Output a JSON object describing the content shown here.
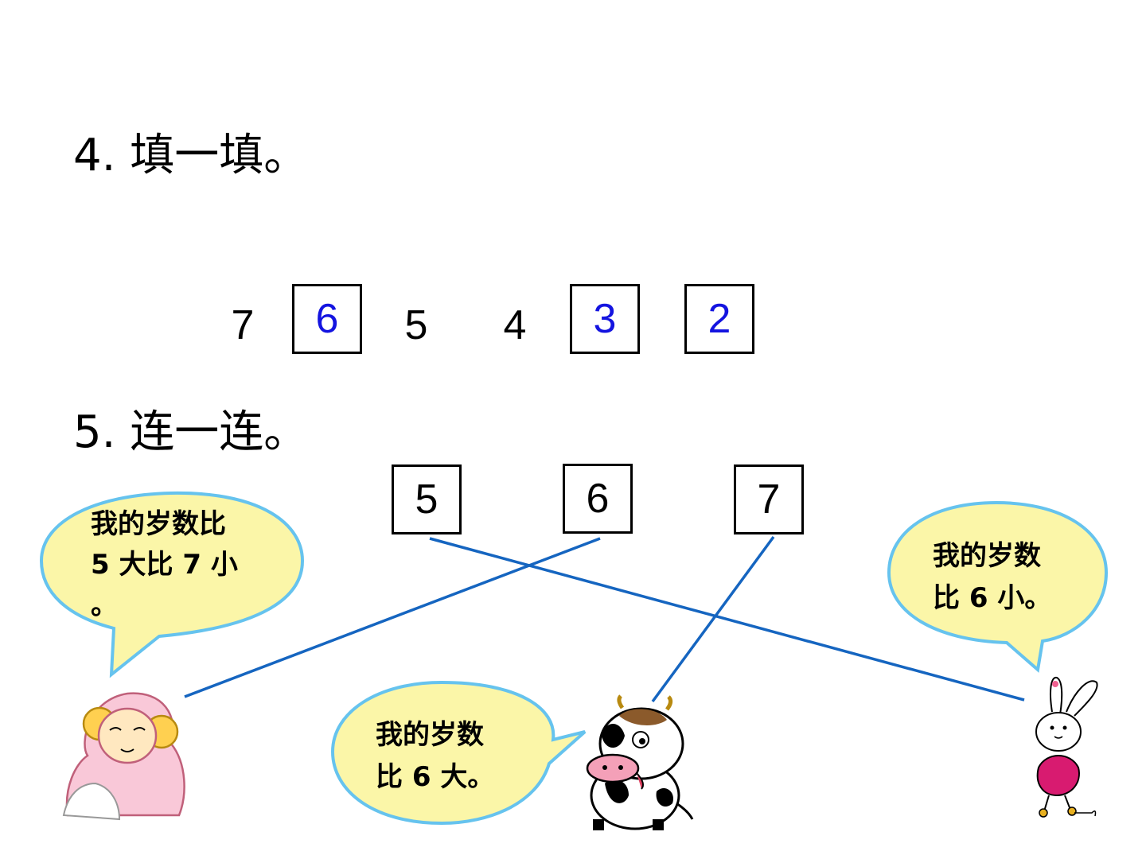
{
  "q4": {
    "title": "4.  填一填。",
    "sequence": [
      {
        "text": "7",
        "boxed": false
      },
      {
        "text": "6",
        "boxed": true
      },
      {
        "text": "5",
        "boxed": false
      },
      {
        "text": "4",
        "boxed": false
      },
      {
        "text": "3",
        "boxed": true
      },
      {
        "text": "2",
        "boxed": true
      }
    ]
  },
  "q5": {
    "title": "5.  连一连。",
    "boxes": [
      "5",
      "6",
      "7"
    ],
    "bubbles": {
      "sheep": "我的岁数比\n5 大比 7 小\n。",
      "cow": "我的岁数\n比 6 大。",
      "rabbit": "我的岁数\n比 6 小。"
    },
    "connections": [
      {
        "box": "5",
        "animal": "rabbit"
      },
      {
        "box": "6",
        "animal": "sheep"
      },
      {
        "box": "7",
        "animal": "cow"
      }
    ]
  },
  "colors": {
    "answer": "#1414e0",
    "line": "#1565c0",
    "bubble_fill": "#fbf6a8",
    "bubble_stroke": "#66c3ee"
  }
}
